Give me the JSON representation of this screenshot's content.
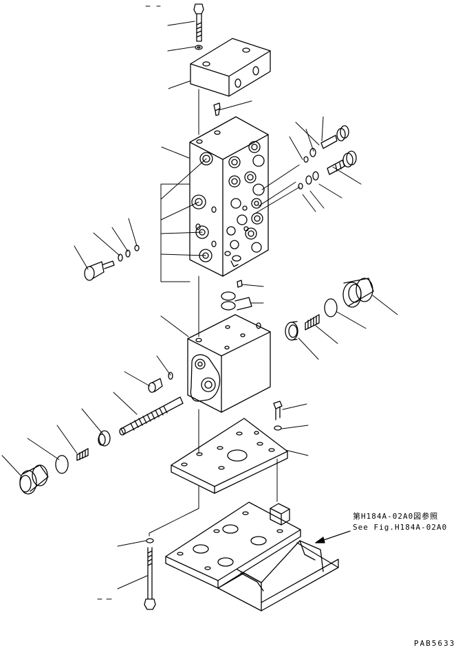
{
  "reference": {
    "jp": "第H184A-02A0図参照",
    "en": "See Fig.H184A-02A0"
  },
  "drawing_code": "PAB5633"
}
